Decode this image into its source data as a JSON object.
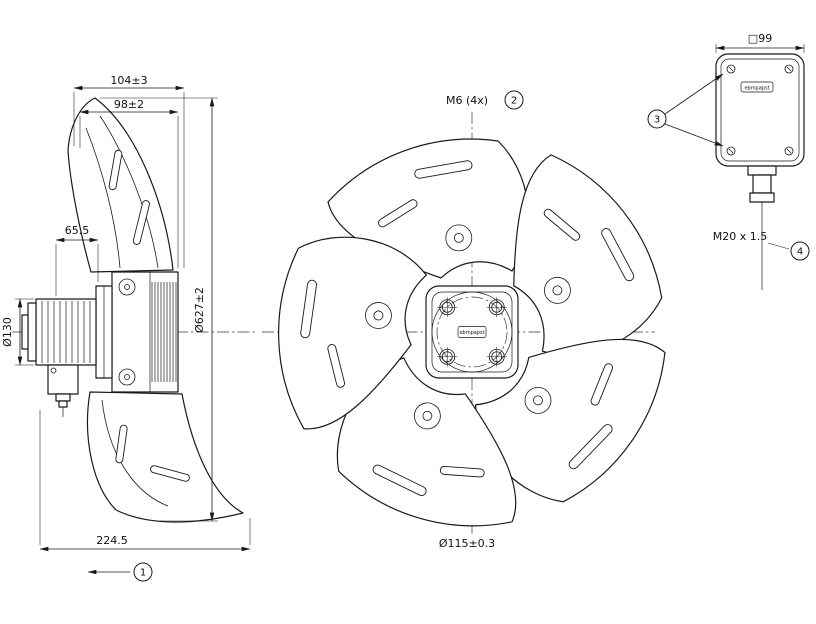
{
  "meta": {
    "bg": "#ffffff",
    "ink": "#1a1a1a"
  },
  "side_view": {
    "dim_depth_outer": "104±3",
    "dim_depth_inner": "98±2",
    "dim_motor_offset": "65.5",
    "dim_motor_dia": "Ø130",
    "dim_impeller_dia": "Ø627±2",
    "dim_overall": "224.5",
    "airflow_callout": "1"
  },
  "front_view": {
    "dim_thread": "M6 (4x)",
    "thread_callout": "2",
    "dim_pitch_circle": "Ø115±0.3",
    "hub_logo": "ebmpapst"
  },
  "terminal_box": {
    "dim_size": "□99",
    "screws_callout": "3",
    "dim_gland": "M20 x 1.5",
    "gland_callout": "4",
    "logo": "ebmpapst"
  }
}
